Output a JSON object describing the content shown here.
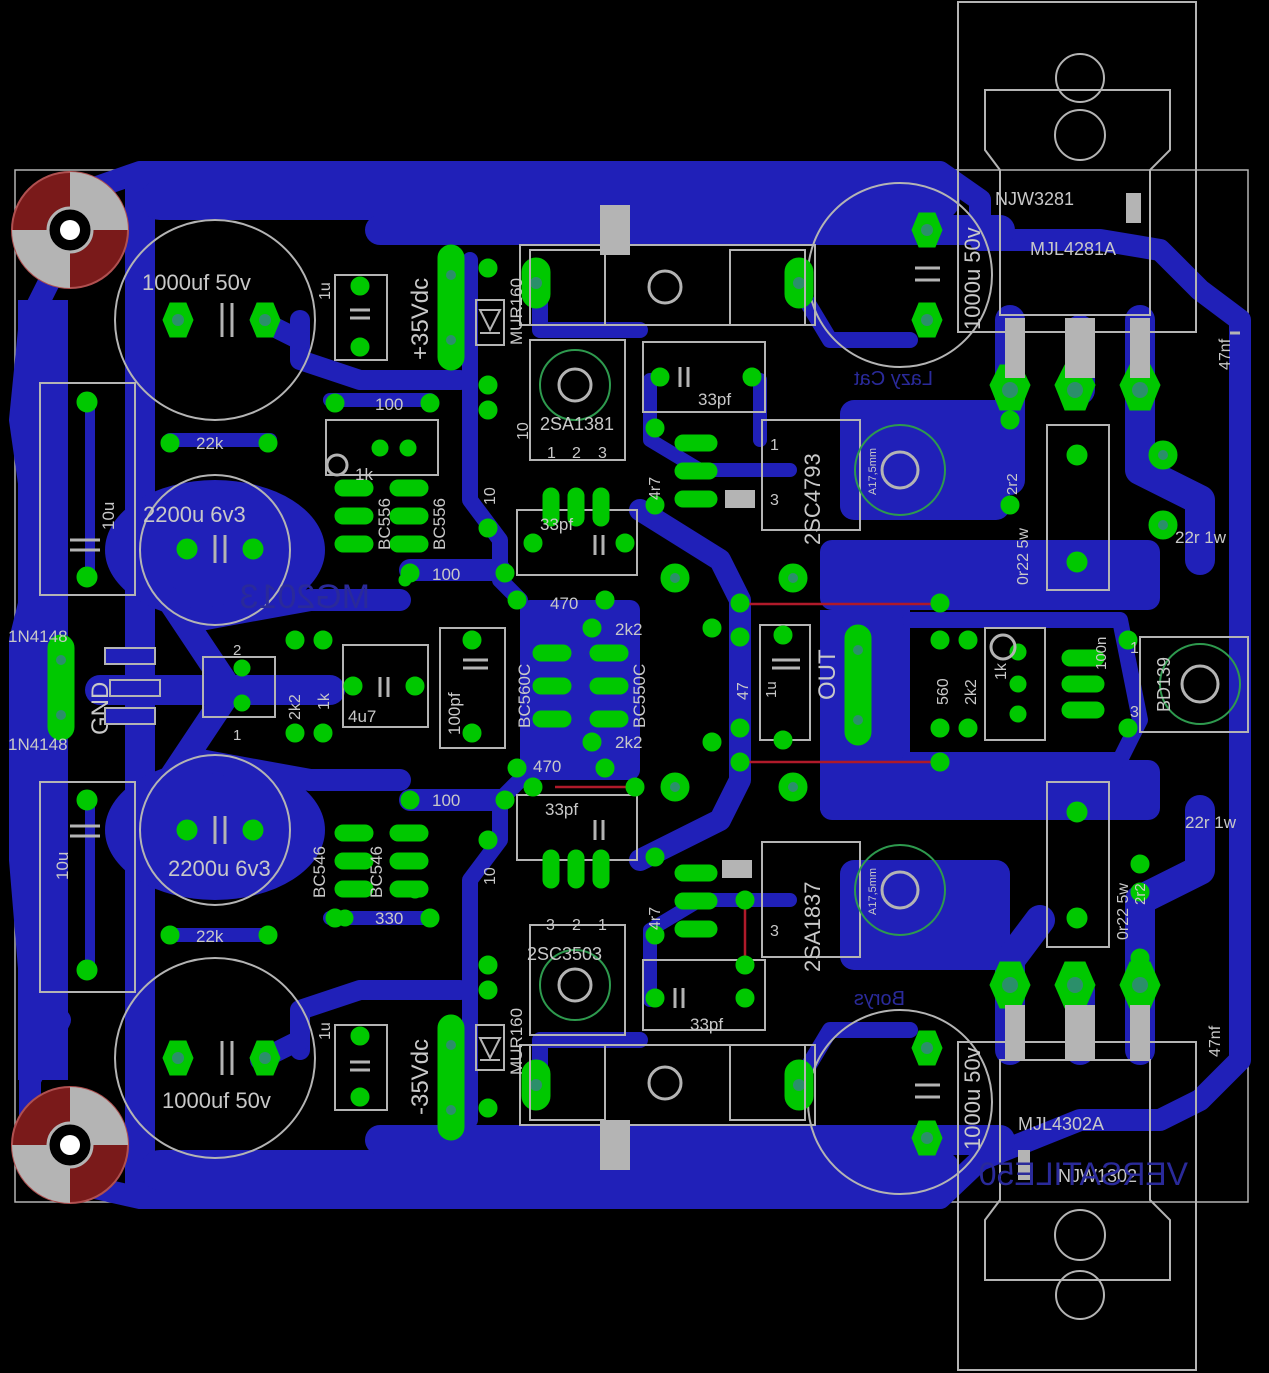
{
  "colors": {
    "background": "#000000",
    "copper": "#2020b8",
    "copper_dark": "#1a1a9a",
    "pad": "#00c800",
    "pad_hole": "#2b8f6a",
    "silk": "#b4b4b4",
    "silk_text": "#c8c8c8",
    "mirror_text": "#2a2a9a",
    "wire": "#b01a2a",
    "drill": "#8a1a1a"
  },
  "labels": {
    "cap_top_left": "1000uf 50v",
    "cap_bottom_left": "1000uf 50v",
    "cap_small_1": "2200u 6v3",
    "cap_small_2": "2200u 6v3",
    "cap_1u_top": "1u",
    "cap_1u_bottom": "1u",
    "cap_10u_top": "10u",
    "cap_10u_bottom": "10u",
    "plus_35": "+35Vdc",
    "minus_35": "-35Vdc",
    "mur_top": "MUR160",
    "mur_bottom": "MUR160",
    "r100_top": "100",
    "r100_mid": "100",
    "r100_bottom": "100",
    "r22k_top": "22k",
    "r22k_bottom": "22k",
    "r1k_trim": "1k",
    "bc556_a": "BC556",
    "bc556_b": "BC556",
    "bc546_a": "BC546",
    "bc546_b": "BC546",
    "mg2013": "MG2013",
    "r470_top": "470",
    "r470_bottom": "470",
    "r2k2_top": "2k2",
    "r2k2_bottom": "2k2",
    "bc560c": "BC560C",
    "bc550c": "BC550C",
    "r2k2_v": "2k2",
    "r1k_v": "1k",
    "c4u7": "4u7",
    "c100pf": "100pf",
    "n1n4148_top": "1N4148",
    "n1n4148_bottom": "1N4148",
    "gnd": "GND",
    "r10_a": "10",
    "r10_b": "10",
    "r10_gnd": "10",
    "r10_c": "10",
    "r330": "330",
    "sa1381": "2SA1381",
    "sc3503": "2SC3503",
    "c33pf_1": "33pf",
    "c33pf_2": "33pf",
    "c33pf_3": "33pf",
    "c33pf_4": "33pf",
    "r4r7_top": "4r7",
    "r4r7_bottom": "4r7",
    "sc4793": "2SC4793",
    "sa1837": "2SA1837",
    "a175_top": "A17,5mm",
    "a175_bottom": "A17,5mm",
    "r47": "47",
    "out": "OUT",
    "lazy_cat": "Lazy Cat",
    "borys": "Borys",
    "njw3281": "NJW3281",
    "mjl4281a": "MJL4281A",
    "mjl4302a": "MJL4302A",
    "njw1302": "NJW1302",
    "versatile": "VERSATILE50",
    "cap_1000u_right_top": "1000u 50v",
    "cap_1000u_right_bottom": "1000u 50v",
    "c47nf_top": "47nf",
    "c47nf_bottom": "47nf",
    "r0r22_top": "0r22 5w",
    "r0r22_bottom": "0r22 5w",
    "r2r2_top": "2r2",
    "r2r2_bottom": "2r2",
    "r22r_top": "22r 1w",
    "r22r_bottom": "22r 1w",
    "c100n": "100n",
    "bd139": "BD139",
    "r560": "560",
    "r2k2_bias": "2k2",
    "r1k_bias": "1k",
    "pin1": "1",
    "pin2": "2",
    "pin3": "3"
  }
}
